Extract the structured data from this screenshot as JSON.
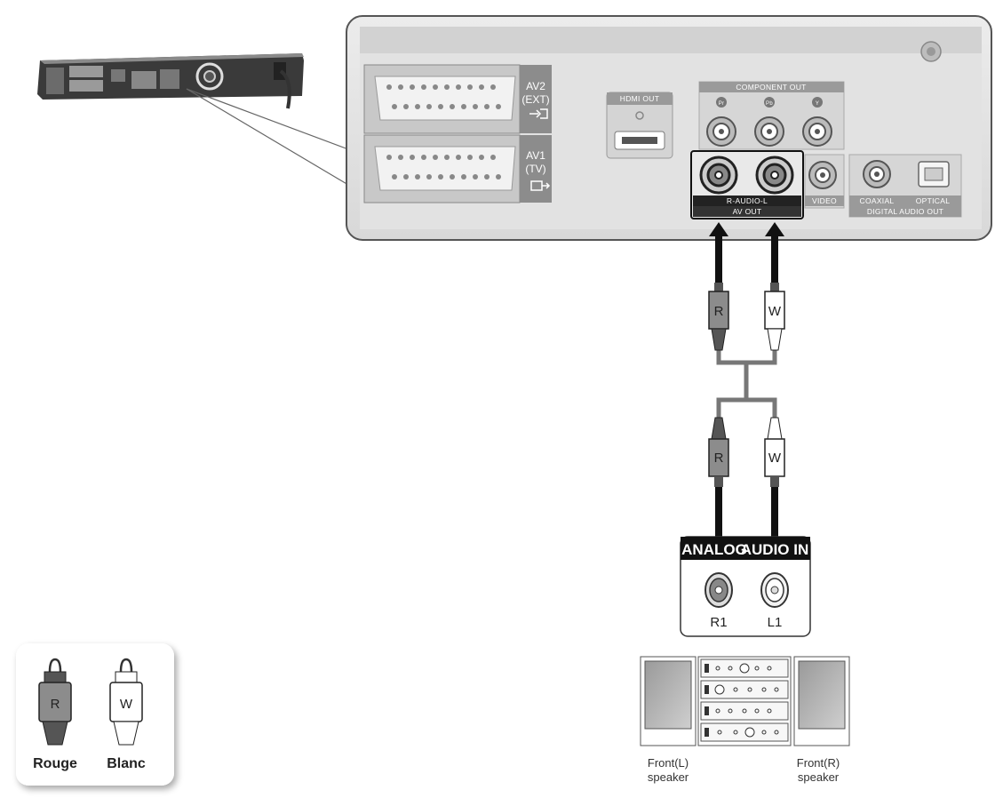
{
  "panel": {
    "av2_label": "AV2",
    "av2_sub": "(EXT)",
    "av1_label": "AV1",
    "av1_sub": "(TV)",
    "hdmi_label": "HDMI OUT",
    "component_label": "COMPONENT OUT",
    "component_jacks": [
      "Pr",
      "Pb",
      "Y"
    ],
    "audio_label": "R-AUDIO-L",
    "av_out_label": "AV OUT",
    "video_label": "VIDEO",
    "coaxial_label": "COAXIAL",
    "optical_label": "OPTICAL",
    "digital_label": "DIGITAL AUDIO OUT"
  },
  "cable": {
    "top_plugs": [
      "R",
      "W"
    ],
    "bottom_plugs": [
      "R",
      "W"
    ]
  },
  "receiver": {
    "header_left": "ANALOG",
    "header_right": "AUDIO IN",
    "jack_left": "R1",
    "jack_right": "L1"
  },
  "speakers": {
    "left_line1": "Front(L)",
    "left_line2": "speaker",
    "right_line1": "Front(R)",
    "right_line2": "speaker"
  },
  "legend": {
    "red_letter": "R",
    "white_letter": "W",
    "red_label": "Rouge",
    "white_label": "Blanc"
  },
  "colors": {
    "panel_fill": "#e4e4e4",
    "panel_stroke": "#555555",
    "label_bar": "#9a9a9a",
    "red_plug": "#8c8c8c",
    "white_plug": "#ffffff",
    "cable_dark": "#1a1a1a"
  }
}
